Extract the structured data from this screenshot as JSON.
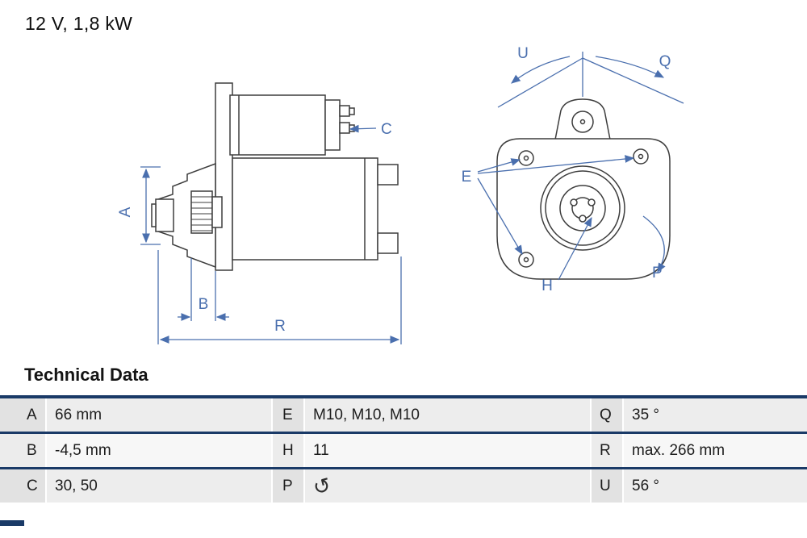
{
  "header": {
    "spec": "12 V, 1,8 kW"
  },
  "drawing": {
    "side_view": {
      "labels": {
        "a": "A",
        "b": "B",
        "c": "C",
        "r": "R"
      }
    },
    "front_view": {
      "labels": {
        "u": "U",
        "q": "Q",
        "e": "E",
        "h": "H",
        "p": "P"
      }
    }
  },
  "colors": {
    "dimension_blue": "#4a6fae",
    "drawing_gray": "#3d3d3d",
    "table_navy": "#1a3a67"
  },
  "technical_data": {
    "title": "Technical Data",
    "rotation_icon": "↺",
    "rows": [
      {
        "k1": "A",
        "v1": "66 mm",
        "k2": "E",
        "v2": "M10, M10, M10",
        "k3": "Q",
        "v3": "35 °"
      },
      {
        "k1": "B",
        "v1": "-4,5 mm",
        "k2": "H",
        "v2": "11",
        "k3": "R",
        "v3": "max. 266 mm"
      },
      {
        "k1": "C",
        "v1": "30, 50",
        "k2": "P",
        "v2": "",
        "k3": "U",
        "v3": "56 °"
      }
    ]
  }
}
